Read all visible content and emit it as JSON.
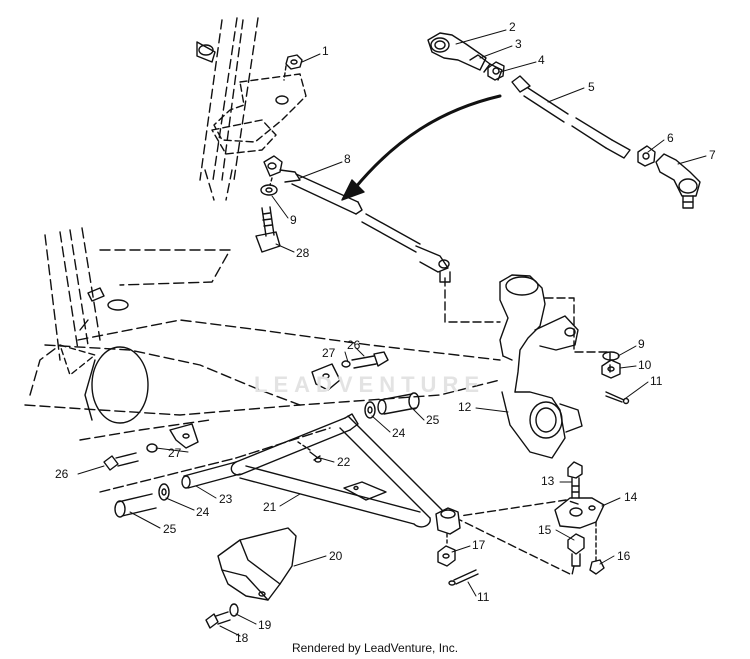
{
  "diagram": {
    "callouts": [
      {
        "id": "c1",
        "text": "1"
      },
      {
        "id": "c2",
        "text": "2"
      },
      {
        "id": "c3",
        "text": "3"
      },
      {
        "id": "c4",
        "text": "4"
      },
      {
        "id": "c5",
        "text": "5"
      },
      {
        "id": "c6",
        "text": "6"
      },
      {
        "id": "c7",
        "text": "7"
      },
      {
        "id": "c8",
        "text": "8"
      },
      {
        "id": "c9a",
        "text": "9"
      },
      {
        "id": "c28",
        "text": "28"
      },
      {
        "id": "c9b",
        "text": "9"
      },
      {
        "id": "c10",
        "text": "10"
      },
      {
        "id": "c11a",
        "text": "11"
      },
      {
        "id": "c12",
        "text": "12"
      },
      {
        "id": "c27a",
        "text": "27"
      },
      {
        "id": "c26a",
        "text": "26"
      },
      {
        "id": "c25a",
        "text": "25"
      },
      {
        "id": "c24a",
        "text": "24"
      },
      {
        "id": "c27b",
        "text": "27"
      },
      {
        "id": "c26b",
        "text": "26"
      },
      {
        "id": "c22",
        "text": "22"
      },
      {
        "id": "c23",
        "text": "23"
      },
      {
        "id": "c21",
        "text": "21"
      },
      {
        "id": "c24b",
        "text": "24"
      },
      {
        "id": "c25b",
        "text": "25"
      },
      {
        "id": "c13",
        "text": "13"
      },
      {
        "id": "c14",
        "text": "14"
      },
      {
        "id": "c15",
        "text": "15"
      },
      {
        "id": "c16",
        "text": "16"
      },
      {
        "id": "c17",
        "text": "17"
      },
      {
        "id": "c11b",
        "text": "11"
      },
      {
        "id": "c20",
        "text": "20"
      },
      {
        "id": "c18",
        "text": "18"
      },
      {
        "id": "c19",
        "text": "19"
      }
    ],
    "watermark": "LEADVENTURE",
    "footer": "Rendered by LeadVenture, Inc."
  }
}
